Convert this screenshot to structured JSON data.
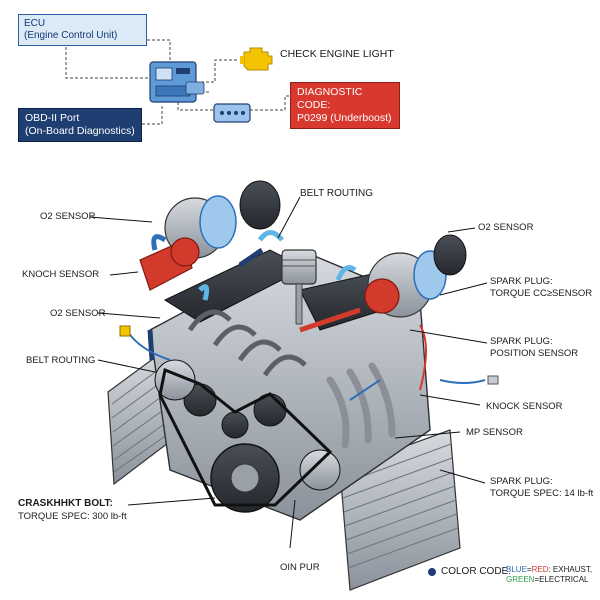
{
  "ecu": {
    "line1": "ECU",
    "line2": "(Engine Control Unit)"
  },
  "check_engine": {
    "label": "CHECK ENGINE LIGHT"
  },
  "obd": {
    "line1": "OBD-II Port",
    "line2": "(On-Board Diagnostics)"
  },
  "diagnostic": {
    "line1": "DIAGNOSTIC CODE:",
    "line2": "P0299 (Underboost)"
  },
  "labels": {
    "belt_routing_top": "BELT ROUTING",
    "o2_sensor_left_top": "O2 SENSOR",
    "knock_sensor_left": "KNOCH SENSOR",
    "o2_sensor_left_mid": "O2 SENSOR",
    "belt_routing_left": "BELT ROUTING",
    "crank_bolt_title": "CRASKHHKT BOLT:",
    "crank_bolt_spec": "TORQUE SPEC: 300 lb-ft",
    "o2_sensor_right": "O2 SENSOR",
    "spark_plug_1_title": "SPARK PLUG:",
    "spark_plug_1_sub": "TORQUE CC≥SENSOR",
    "spark_plug_2_title": "SPARK PLUG:",
    "spark_plug_2_sub": "POSITION SENSOR",
    "knock_sensor_right": "KNOCK SENSOR",
    "mp_sensor": "MP SENSOR",
    "spark_plug_3_title": "SPARK PLUG:",
    "spark_plug_3_sub": "TORQUE SPEC: 14 lb-ft",
    "oin_pur": "OIN PUR"
  },
  "legend": {
    "title": "COLOR CODE:",
    "blue_word": "BLUE",
    "sep": "=",
    "red_word": "RED",
    "exhaust": ": EXHAUST,",
    "green_word": "GREEN",
    "electrical": "=ELECTRICAL"
  },
  "colors": {
    "exhaust_red": "#d23a2c",
    "intake_blue": "#2e6fb8",
    "navy": "#1f3e72",
    "module_blue": "#5d9ad6",
    "warning_yellow": "#f5c400",
    "electrical_green": "#2f9e44"
  },
  "icons": [
    "engine-warning-icon",
    "ecu-module-icon",
    "obd-connector-icon"
  ]
}
